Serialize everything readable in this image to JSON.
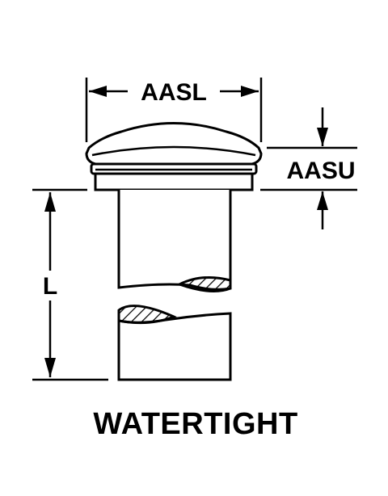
{
  "labels": {
    "top_width": "AASL",
    "head_height": "AASU",
    "length": "L"
  },
  "caption": "WATERTIGHT",
  "colors": {
    "line": "#000000",
    "background": "#ffffff"
  }
}
